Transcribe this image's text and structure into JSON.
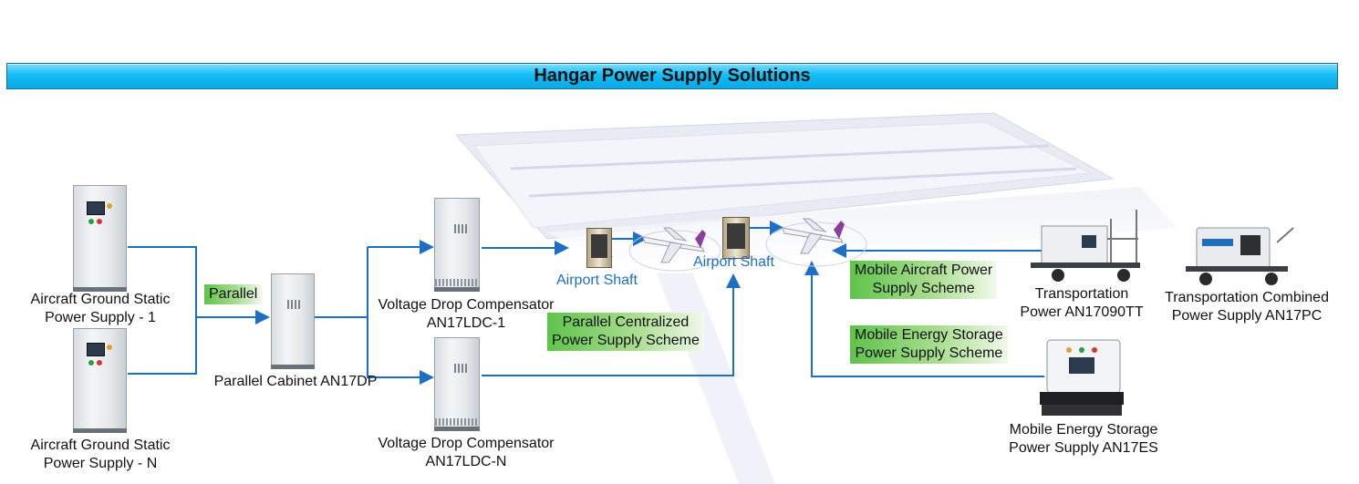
{
  "title": "Hangar Power Supply Solutions",
  "colors": {
    "banner": "#12bdf6",
    "arrow": "#1d6fc4",
    "scheme_box": "#7cce66"
  },
  "devices": {
    "static_1": {
      "line1": "Aircraft Ground Static",
      "line2": "Power Supply - 1"
    },
    "static_n": {
      "line1": "Aircraft Ground Static",
      "line2": "Power Supply - N"
    },
    "parallel_cabinet": {
      "line1": "Parallel Cabinet AN17DP"
    },
    "vdc_1": {
      "line1": "Voltage Drop Compensator",
      "line2": "AN17LDC-1"
    },
    "vdc_n": {
      "line1": "Voltage Drop Compensator",
      "line2": "AN17LDC-N"
    },
    "transport": {
      "line1": "Transportation",
      "line2": "Power AN17090TT"
    },
    "transport_combined": {
      "line1": "Transportation Combined",
      "line2": "Power Supply AN17PC"
    },
    "mobile_storage": {
      "line1": "Mobile Energy Storage",
      "line2": "Power Supply AN17ES"
    }
  },
  "tags": {
    "parallel": "Parallel",
    "shaft_1": "Airport Shaft",
    "shaft_2": "Airport Shaft"
  },
  "schemes": {
    "parallel_centralized": {
      "line1": "Parallel Centralized",
      "line2": "Power Supply Scheme"
    },
    "mobile_aircraft": {
      "line1": "Mobile Aircraft Power",
      "line2": "Supply Scheme"
    },
    "mobile_energy": {
      "line1": "Mobile Energy Storage",
      "line2": "Power Supply Scheme"
    }
  },
  "icons": [
    "arrow-icon",
    "aircraft-icon",
    "hangar-icon",
    "cabinet-icon",
    "shaft-icon",
    "ground-power-unit-icon"
  ]
}
